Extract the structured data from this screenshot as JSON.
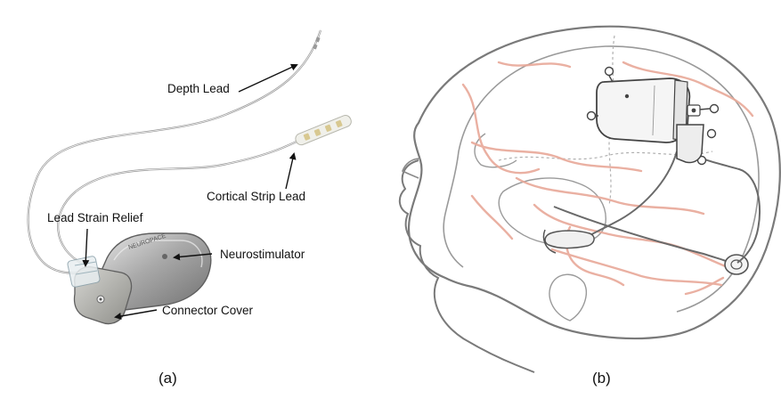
{
  "panel_a": {
    "caption": "(a)",
    "labels": {
      "depth_lead": "Depth Lead",
      "cortical_strip_lead": "Cortical Strip Lead",
      "lead_strain_relief": "Lead Strain Relief",
      "neurostimulator": "Neurostimulator",
      "connector_cover": "Connector Cover"
    },
    "device_brand_text": "NEUROPACE"
  },
  "panel_b": {
    "caption": "(b)"
  },
  "colors": {
    "vessels": "#e8a898",
    "outline": "#6a6a6a",
    "device_silver": "#b8b8b8",
    "lead": "#8a8a8a"
  }
}
